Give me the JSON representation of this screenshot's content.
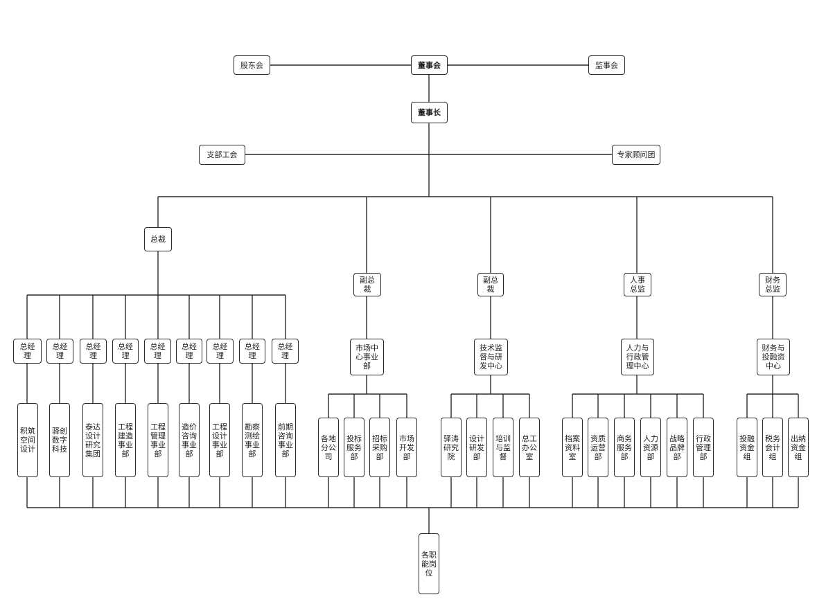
{
  "nodes": {
    "gudonghui": "股东会",
    "dongshihui": "董事会",
    "jianshihui": "监事会",
    "dongshizhang": "董事长",
    "zhibu": "支部工会",
    "zhuanjia": "专家顾问团",
    "zongcai": "总裁",
    "fuzongcai_1": "副总\n裁",
    "fuzongcai_2": "副总\n裁",
    "renshi": "人事\n总监",
    "caiwu": "财务\n总监",
    "gm_1": "总经\n理",
    "gm_2": "总经\n理",
    "gm_3": "总经\n理",
    "gm_4": "总经\n理",
    "gm_5": "总经\n理",
    "gm_6": "总经\n理",
    "gm_7": "总经\n理",
    "gm_8": "总经\n理",
    "gm_9": "总经\n理",
    "sub_1": "积筑空间设计",
    "sub_2": "驿创数字科技",
    "sub_3": "泰达设计研究集团",
    "sub_4": "工程建造事业部",
    "sub_5": "工程管理事业部",
    "sub_6": "造价咨询事业部",
    "sub_7": "工程设计事业部",
    "sub_8": "勘察测绘事业部",
    "sub_9": "前期咨询事业部",
    "market_center": "市场中\n心事业\n部",
    "tech_center": "技术监\n督与研\n发中心",
    "hr_center": "人力与\n行政管\n理中心",
    "fin_center": "财务与\n投融资\n中心",
    "m_1": "各地分公司",
    "m_2": "投标服务部",
    "m_3": "招标采购部",
    "m_4": "市场开发部",
    "t_1": "驿涛研究院",
    "t_2": "设计研发部",
    "t_3": "培训与监督",
    "t_4": "总工办公室",
    "h_1": "档案资料室",
    "h_2": "资质运营部",
    "h_3": "商务服务部",
    "h_4": "人力资源部",
    "h_5": "战略品牌部",
    "h_6": "行政管理部",
    "f_1": "投融资金组",
    "f_2": "税务会计组",
    "f_3": "出纳资金组",
    "gangwei": "各职能岗位"
  }
}
